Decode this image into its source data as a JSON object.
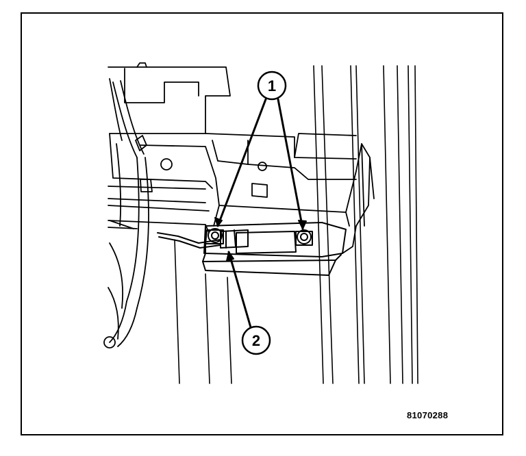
{
  "callouts": [
    {
      "id": "1",
      "label": "1"
    },
    {
      "id": "2",
      "label": "2"
    }
  ],
  "figure": {
    "id": "81070288"
  },
  "colors": {
    "line": "#000000",
    "background": "#ffffff"
  }
}
